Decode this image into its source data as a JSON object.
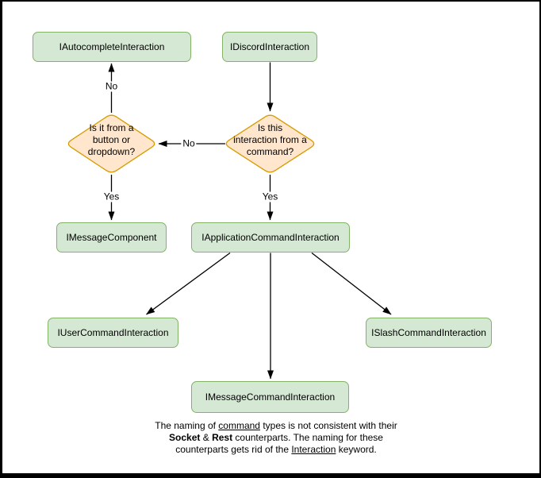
{
  "nodes": {
    "autocomplete": "IAutocompleteInteraction",
    "discord": "IDiscordInteraction",
    "message_component": "IMessageComponent",
    "application_command": "IApplicationCommandInteraction",
    "user_command": "IUserCommandInteraction",
    "slash_command": "ISlashCommandInteraction",
    "message_command": "IMessageCommandInteraction"
  },
  "decisions": {
    "button_dropdown": "Is it from a\nbutton or\ndropdown?",
    "command": "Is this\ninteraction from a\ncommand?"
  },
  "edge_labels": {
    "no_to_autocomplete": "No",
    "no_to_button_dropdown": "No",
    "yes_to_message_component": "Yes",
    "yes_to_application_command": "Yes"
  },
  "note": {
    "segments": [
      {
        "t": "The naming of "
      },
      {
        "t": "command",
        "u": true
      },
      {
        "t": " types is not consistent with their\n"
      },
      {
        "t": "Socket",
        "b": true
      },
      {
        "t": " & "
      },
      {
        "t": "Rest",
        "b": true
      },
      {
        "t": " counterparts. The naming for these\ncounterparts gets rid of the "
      },
      {
        "t": "Interaction",
        "u": true
      },
      {
        "t": " keyword."
      }
    ]
  },
  "colors": {
    "node_fill": "#d5e8d4",
    "node_stroke": "#82b366",
    "decision_fill": "#ffe6cc",
    "decision_stroke": "#d79b00",
    "arrow": "#000000",
    "background": "#ffffff",
    "frame": "#000000"
  }
}
